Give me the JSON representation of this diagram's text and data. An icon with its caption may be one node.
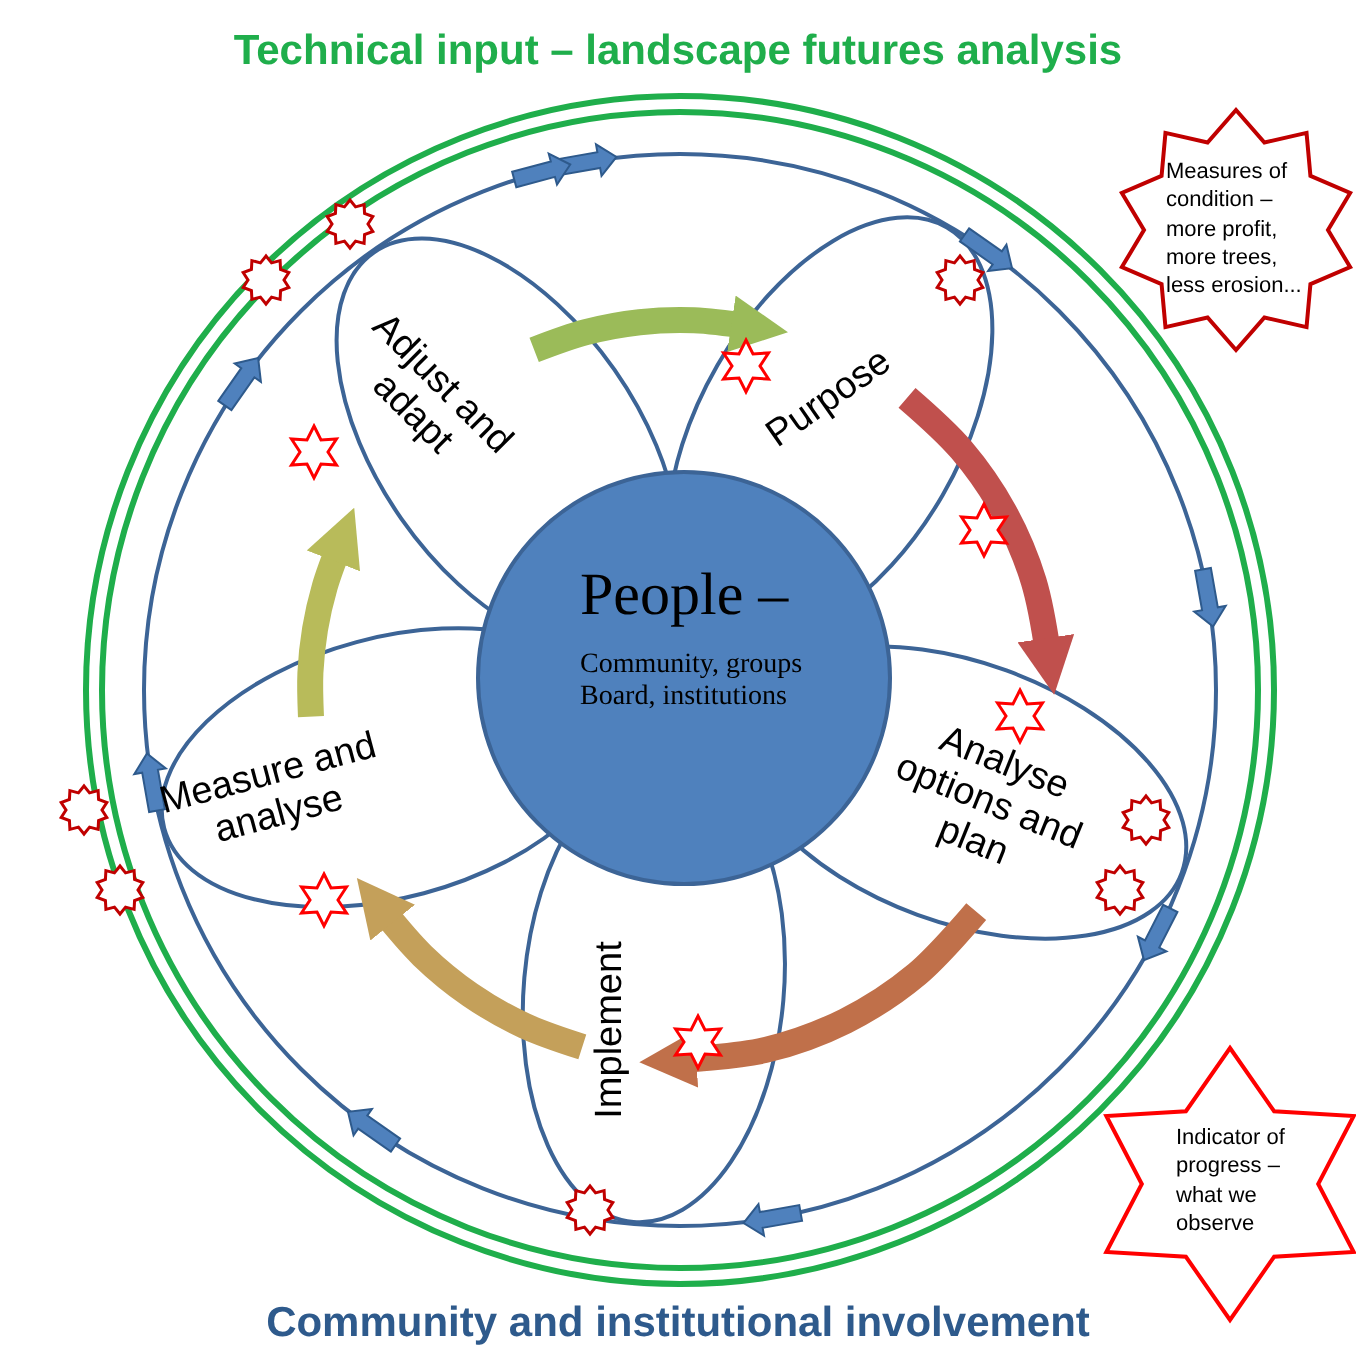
{
  "diagram": {
    "title": "Technical input – landscape futures analysis",
    "caption": "Community and institutional involvement",
    "nodes": [
      {
        "text": [
          "People –",
          "Community, groups Board, institutions"
        ]
      },
      {
        "text": [
          "Purpose"
        ]
      },
      {
        "text": [
          "Analyse options and plan"
        ]
      },
      {
        "text": [
          "Implement"
        ]
      },
      {
        "text": [
          "Measure and analyse"
        ]
      },
      {
        "text": [
          "Adjust and adapt"
        ]
      },
      {
        "text": [
          "Measures of condition – more profit, more trees, less erosion..."
        ]
      },
      {
        "text": [
          "Indicator of progress – what we observe"
        ]
      }
    ],
    "edges": [
      {
        "from": 5,
        "to": 1,
        "arrow": "to",
        "color": "#9bbb59"
      },
      {
        "from": 1,
        "to": 2,
        "arrow": "to",
        "color": "#c0504d"
      },
      {
        "from": 2,
        "to": 3,
        "arrow": "to",
        "color": "#c0704a"
      },
      {
        "from": 3,
        "to": 4,
        "arrow": "to",
        "color": "#c4a05a"
      },
      {
        "from": 4,
        "to": 5,
        "arrow": "to",
        "color": "#b8bb5a"
      }
    ]
  }
}
